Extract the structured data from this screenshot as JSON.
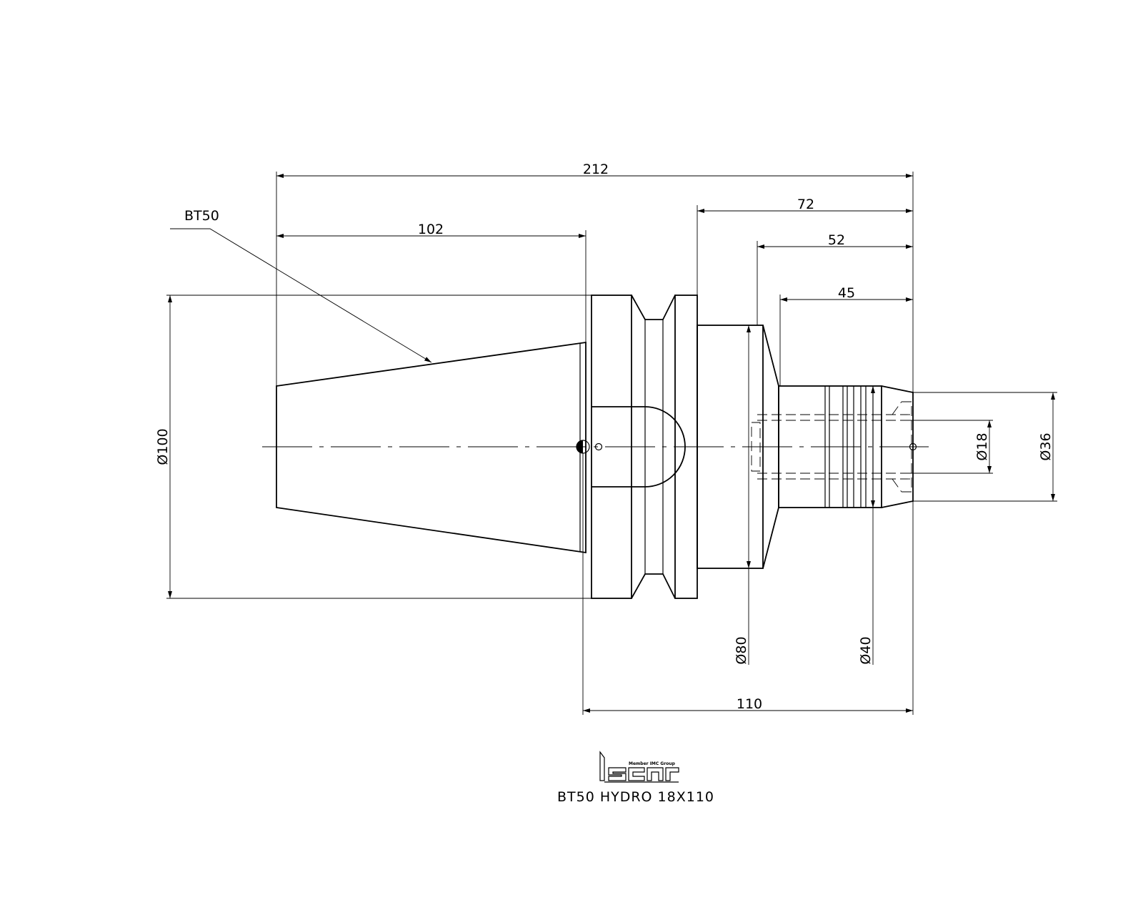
{
  "dimensions": {
    "overall_length": "212",
    "taper_length": "102",
    "flange_to_end": "72",
    "body_to_end": "52",
    "nose_to_end": "45",
    "gauge_to_end": "110",
    "flange_diameter": "Ø100",
    "body_diameter": "Ø80",
    "nose_diameter": "Ø40",
    "clamp_diameter": "Ø18",
    "end_diameter": "Ø36"
  },
  "callouts": {
    "taper_label": "BT50"
  },
  "title_block": {
    "logo_tagline": "Member IMC Group",
    "logo_name": "iscar",
    "part_name": "BT50 HYDRO 18X110"
  }
}
